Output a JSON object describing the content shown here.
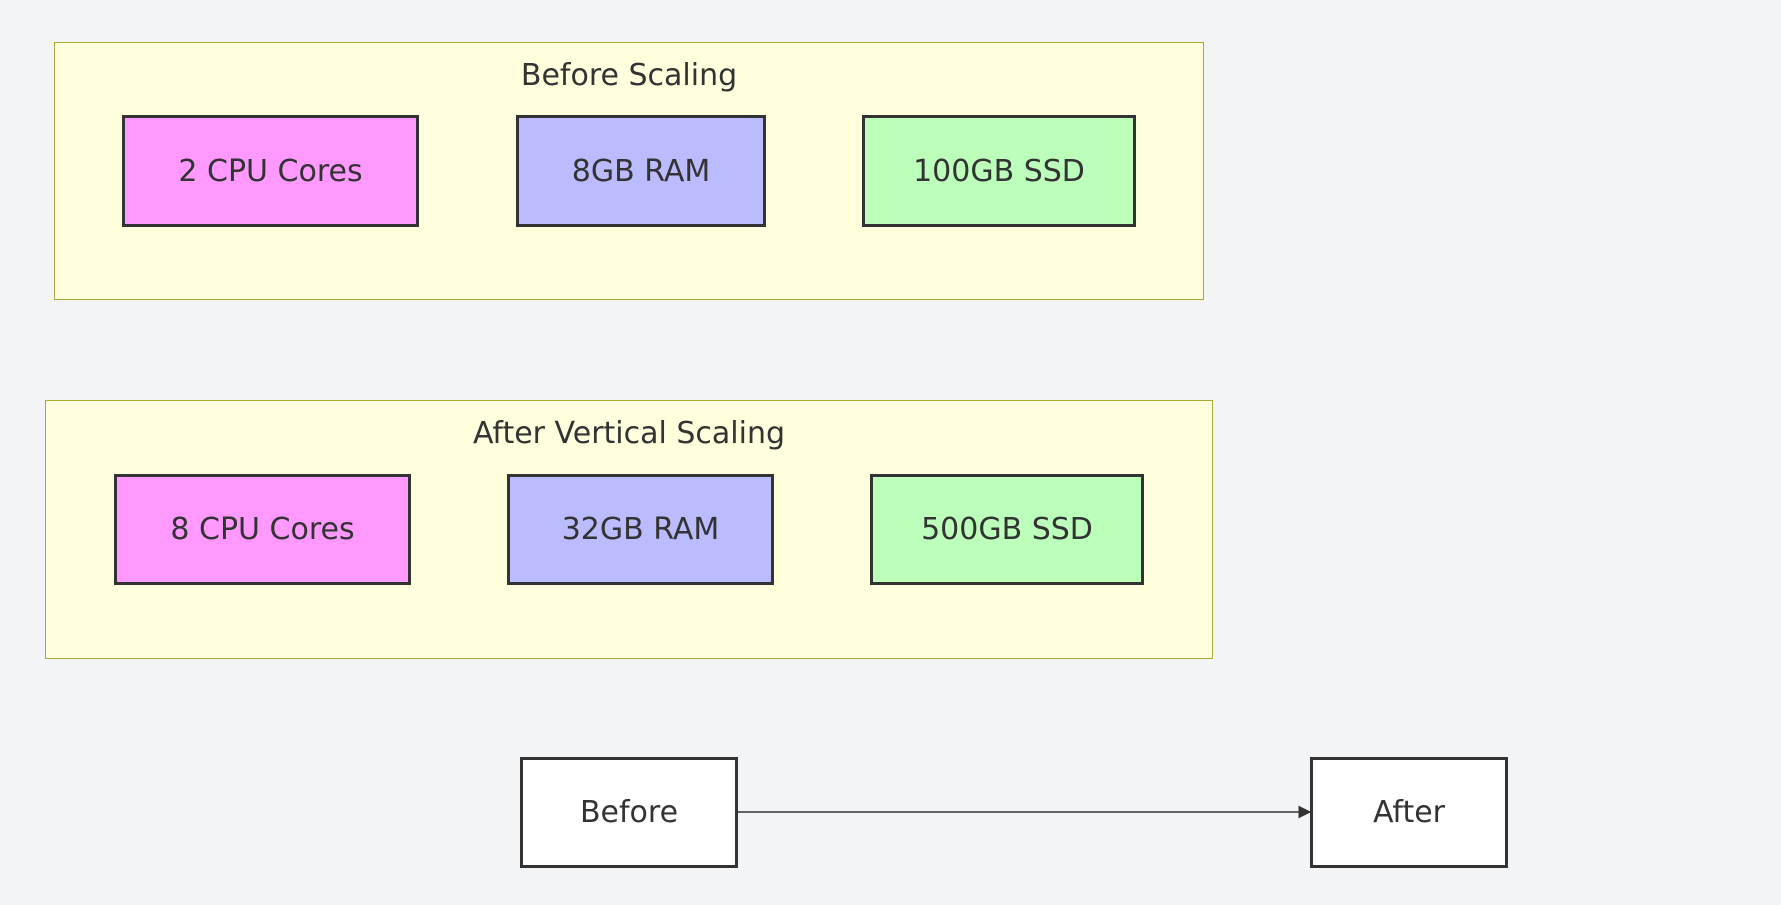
{
  "clusters": {
    "before": {
      "title": "Before Scaling",
      "nodes": {
        "cpu": "2 CPU Cores",
        "ram": "8GB RAM",
        "ssd": "100GB SSD"
      }
    },
    "after": {
      "title": "After Vertical Scaling",
      "nodes": {
        "cpu": "8 CPU Cores",
        "ram": "32GB RAM",
        "ssd": "500GB SSD"
      }
    }
  },
  "flow": {
    "from_label": "Before",
    "to_label": "After"
  },
  "colors": {
    "background": "#f3f4f6",
    "cluster_fill": "#ffffde",
    "cluster_border": "#aaaa33",
    "cpu_fill": "#ff99ff",
    "ram_fill": "#bbbbff",
    "ssd_fill": "#bbffbb",
    "plain_fill": "#ffffff",
    "stroke": "#333333"
  }
}
